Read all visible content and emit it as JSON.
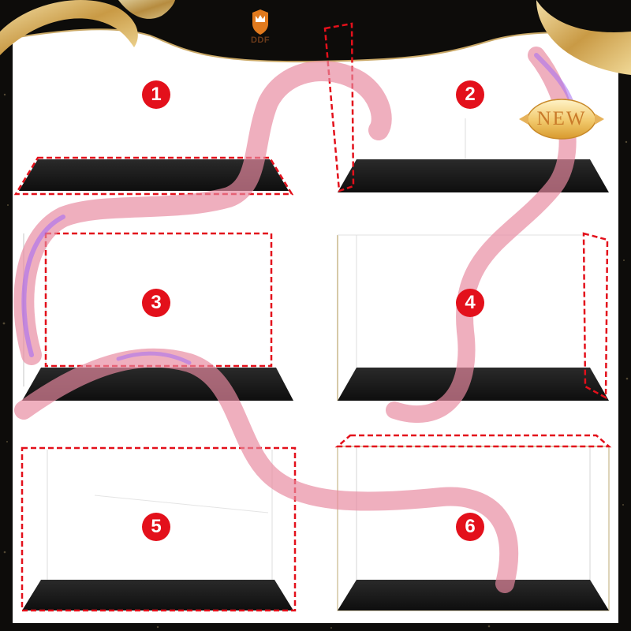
{
  "brand": {
    "name": "DDF",
    "logo_icon": "crown-shield-logo-icon",
    "logo_color": "#e07a1e"
  },
  "new_badge": {
    "label": "NEW",
    "icon": "gold-ornament-badge-icon"
  },
  "steps": [
    {
      "number": "1",
      "label_color": "#e3101b"
    },
    {
      "number": "2",
      "label_color": "#e3101b"
    },
    {
      "number": "3",
      "label_color": "#e3101b"
    },
    {
      "number": "4",
      "label_color": "#e3101b"
    },
    {
      "number": "5",
      "label_color": "#e3101b"
    },
    {
      "number": "6",
      "label_color": "#e3101b"
    }
  ],
  "colors": {
    "frame_background": "#0d0c0a",
    "panel_background": "#ffffff",
    "highlight_outline": "#e3101b",
    "display_base": "#1c1c1c",
    "ribbon_pink": "#e88aa0",
    "ribbon_gold": "#d9b56a"
  }
}
